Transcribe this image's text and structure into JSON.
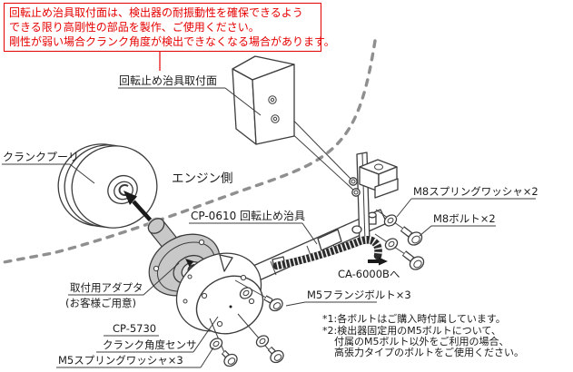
{
  "warning_box": {
    "lines": [
      "回転止め治具取付面は、検出器の耐振動性を確保できるよう",
      "できる限り高剛性の部品を製作、ご使用ください。",
      "剛性が弱い場合クランク角度が検出できなくなる場合があります。"
    ],
    "border_color": "#e60000",
    "text_color": "#e60000"
  },
  "labels": {
    "mount_face": "回転止め治具取付面",
    "crank_pulley": "クランクプーリ",
    "engine_side": "エンジン側",
    "jig": "CP-0610 回転止め治具",
    "m8_washer": "M8スプリングワッシャ×2",
    "m8_bolt": "M8ボルト×2",
    "ca6000b": "CA-6000Bへ",
    "m5_flange_bolt": "M5フランジボルト×3",
    "adapter_line1": "取付用アダプタ",
    "adapter_line2": "(お客様ご用意)",
    "sensor_model": "CP-5730",
    "sensor_name": "クランク角度センサ",
    "m5_washer": "M5スプリングワッシャ×3"
  },
  "notes": {
    "line1": "*1:各ボルトはご購入時付属しています。",
    "line2": "*2:検出器固定用のM5ボルトについて、",
    "line3": "付属のM5ボルト以外をご利用の場合、",
    "line4": "高張力タイプのボルトをご使用ください。"
  },
  "colors": {
    "warning_red": "#e60000",
    "line_dark": "#3c3c3c",
    "part_gray": "#c8c8c8",
    "dash_gray": "#8f8f8f"
  }
}
